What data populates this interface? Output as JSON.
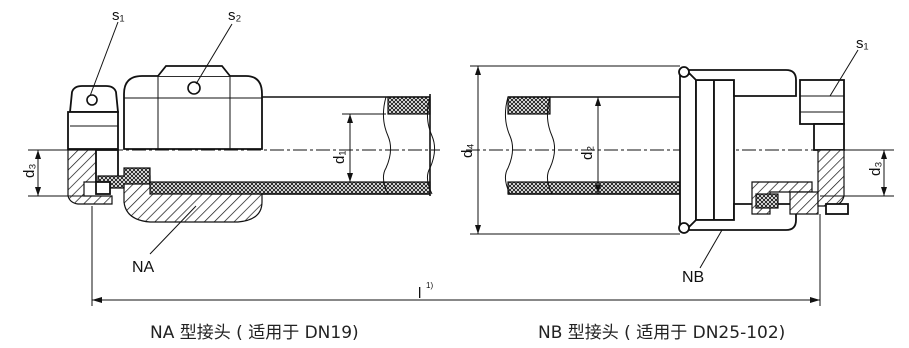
{
  "labels": {
    "s1_left": "s₁",
    "s2": "s₂",
    "s1_right": "s₁",
    "d3_left": "d₃",
    "d1": "d₁",
    "d4": "d₄",
    "d2": "d₂",
    "d3_right": "d₃",
    "na": "NA",
    "nb": "NB",
    "length": "l",
    "footnote": "1)"
  },
  "captions": {
    "na_caption": "NA 型接头 ( 适用于 DN19)",
    "nb_caption": "NB 型接头 ( 适用于 DN25-102)"
  }
}
